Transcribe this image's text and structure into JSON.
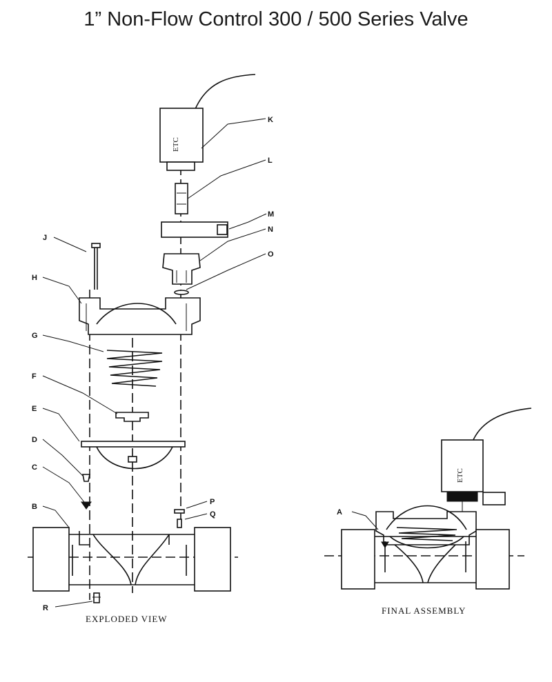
{
  "title": {
    "part1": "1” Non-Flow Control",
    "part2": "300",
    "part3": "/",
    "part4": "500 Series Valve"
  },
  "exploded_view": {
    "caption": "EXPLODED VIEW",
    "labels": {
      "K": "K",
      "L": "L",
      "M": "M",
      "N": "N",
      "O": "O",
      "J": "J",
      "H": "H",
      "G": "G",
      "F": "F",
      "E": "E",
      "D": "D",
      "C": "C",
      "B": "B",
      "P": "P",
      "Q": "Q",
      "R": "R"
    }
  },
  "final_assembly": {
    "caption": "FINAL ASSEMBLY",
    "labels": {
      "A": "A"
    }
  }
}
